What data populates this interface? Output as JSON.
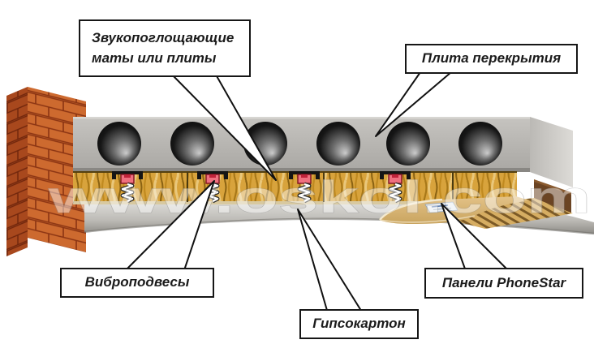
{
  "watermark": {
    "text": "www.oskol.com"
  },
  "callouts": [
    {
      "name": "sound-absorbing-mats",
      "line1": "Звукопоглощающие",
      "line2": "маты или плиты"
    },
    {
      "name": "floor-slab",
      "label": "Плита перекрытия"
    },
    {
      "name": "vibration-hangers",
      "label": "Виброподвесы"
    },
    {
      "name": "drywall",
      "label": "Гипсокартон"
    },
    {
      "name": "phonestar-panels",
      "label": "Панели PhoneStar"
    }
  ],
  "colors": {
    "background": "#ffffff",
    "brick_front": "#cd6a2f",
    "brick_side": "#a8481d",
    "mortar": "#8a3312",
    "slab_light": "#c4c2be",
    "slab_dark": "#a9a7a3",
    "slab_end": "#d2d0cc",
    "core_dark": "#0d0d0d",
    "insulation": "#d8a33c",
    "insulation_seam": "#4a3a10",
    "drywall_light": "#d8d7d3",
    "drywall_dark": "#8e8c87",
    "panel_tan": "#d6ad62",
    "panel_stripe": "#7c5a26",
    "panel_edge": "#6b4423",
    "hanger_black": "#151515",
    "hanger_damper": "#ef7080",
    "spring_white": "#ffffff",
    "callout_border": "#161616",
    "callout_text": "#1b1b1b"
  }
}
